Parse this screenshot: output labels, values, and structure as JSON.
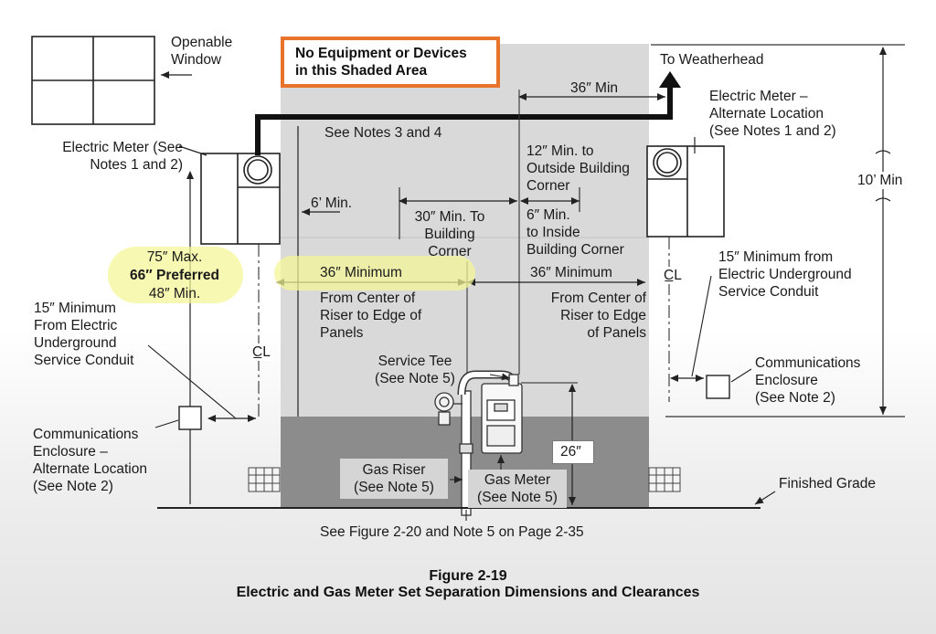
{
  "warning_box": "No Equipment or Devices\nin this Shaded Area",
  "labels": {
    "openable_window": "Openable\nWindow",
    "to_weatherhead": "To Weatherhead",
    "dim_36_min": "36″ Min",
    "electric_meter_alt": "Electric Meter –\nAlternate Location\n(See Notes 1 and 2)",
    "electric_meter": "Electric Meter (See\nNotes 1 and 2)",
    "see_notes_3_4": "See Notes 3 and 4",
    "twelve_min_outside": "12″ Min. to\nOutside Building\nCorner",
    "ten_ft_min": "10’ Min",
    "six_ft_min": "6’ Min.",
    "thirty_min_corner": "30″ Min. To\nBuilding\nCorner",
    "six_min_inside": "6″ Min.\nto Inside\nBuilding Corner",
    "max_75": "75″ Max.",
    "preferred_66": "66″ Preferred",
    "min_48": "48″ Min.",
    "min_36_left": "36″ Minimum",
    "min_36_right": "36″ Minimum",
    "from_center_left": "From Center of\nRiser to Edge of\nPanels",
    "from_center_right": "From Center of\nRiser to Edge\nof Panels",
    "fifteen_min_left": "15″ Minimum\nFrom Electric\nUnderground\nService Conduit",
    "fifteen_min_right": "15″ Minimum from\nElectric Underground\nService Conduit",
    "centerline_left": "C̲L",
    "centerline_right": "C̲L",
    "service_tee": "Service Tee\n(See Note 5)",
    "comm_enclosure_right": "Communications\nEnclosure\n(See Note 2)",
    "comm_enclosure_left": "Communications\nEnclosure –\nAlternate Location\n(See Note 2)",
    "dim_26": "26″",
    "gas_riser": "Gas Riser\n(See Note 5)",
    "gas_meter": "Gas Meter\n(See Note 5)",
    "finished_grade": "Finished Grade",
    "see_figure": "See Figure 2-20 and Note 5 on Page 2-35"
  },
  "caption": {
    "figure_number": "Figure 2-19",
    "title": "Electric and Gas Meter Set Separation Dimensions and Clearances"
  },
  "colors": {
    "shaded_area": "#d9d9d9",
    "lower_shaded_area": "#8c8c8c",
    "warning_border": "#e8732a",
    "highlight": "#f4f696",
    "conduit": "#111111"
  }
}
